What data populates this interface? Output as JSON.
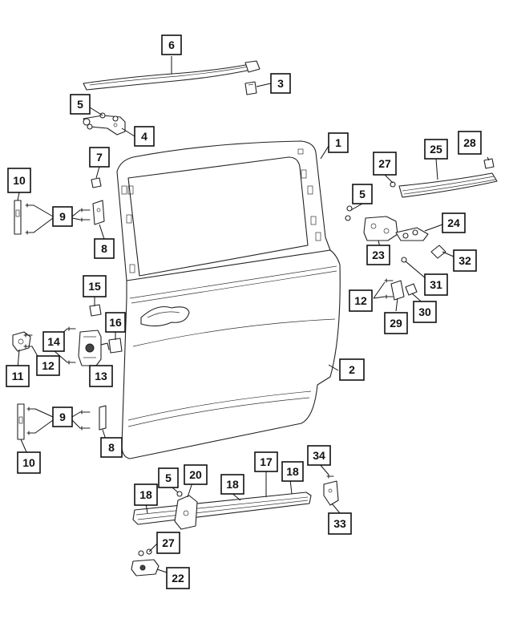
{
  "callouts": [
    {
      "id": "c1",
      "label": "1"
    },
    {
      "id": "c2",
      "label": "2"
    },
    {
      "id": "c3",
      "label": "3"
    },
    {
      "id": "c4",
      "label": "4"
    },
    {
      "id": "c5a",
      "label": "5"
    },
    {
      "id": "c5b",
      "label": "5"
    },
    {
      "id": "c5c",
      "label": "5"
    },
    {
      "id": "c6",
      "label": "6"
    },
    {
      "id": "c7",
      "label": "7"
    },
    {
      "id": "c8a",
      "label": "8"
    },
    {
      "id": "c8b",
      "label": "8"
    },
    {
      "id": "c9a",
      "label": "9"
    },
    {
      "id": "c9b",
      "label": "9"
    },
    {
      "id": "c10a",
      "label": "10"
    },
    {
      "id": "c10b",
      "label": "10"
    },
    {
      "id": "c11",
      "label": "11"
    },
    {
      "id": "c12a",
      "label": "12"
    },
    {
      "id": "c12b",
      "label": "12"
    },
    {
      "id": "c13",
      "label": "13"
    },
    {
      "id": "c14",
      "label": "14"
    },
    {
      "id": "c15",
      "label": "15"
    },
    {
      "id": "c16",
      "label": "16"
    },
    {
      "id": "c17",
      "label": "17"
    },
    {
      "id": "c18a",
      "label": "18"
    },
    {
      "id": "c18b",
      "label": "18"
    },
    {
      "id": "c18c",
      "label": "18"
    },
    {
      "id": "c20",
      "label": "20"
    },
    {
      "id": "c22",
      "label": "22"
    },
    {
      "id": "c23",
      "label": "23"
    },
    {
      "id": "c24",
      "label": "24"
    },
    {
      "id": "c25",
      "label": "25"
    },
    {
      "id": "c27a",
      "label": "27"
    },
    {
      "id": "c27b",
      "label": "27"
    },
    {
      "id": "c28",
      "label": "28"
    },
    {
      "id": "c29",
      "label": "29"
    },
    {
      "id": "c30",
      "label": "30"
    },
    {
      "id": "c31",
      "label": "31"
    },
    {
      "id": "c32",
      "label": "32"
    },
    {
      "id": "c33",
      "label": "33"
    },
    {
      "id": "c34",
      "label": "34"
    }
  ]
}
